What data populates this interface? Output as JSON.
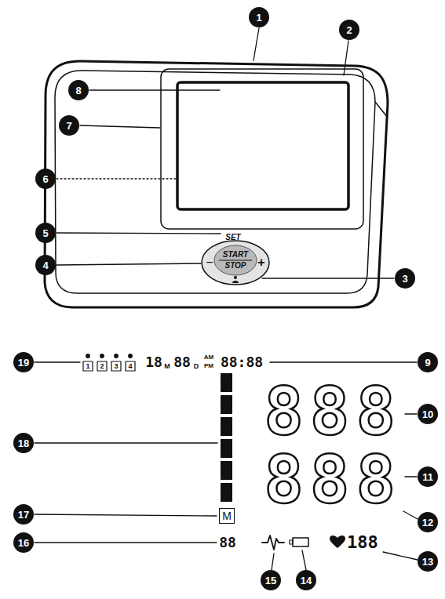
{
  "diagram": {
    "nodes": [
      {
        "text": [
          "1"
        ]
      },
      {
        "text": [
          "2"
        ]
      },
      {
        "text": [
          "3"
        ]
      },
      {
        "text": [
          "4"
        ]
      },
      {
        "text": [
          "5"
        ]
      },
      {
        "text": [
          "6"
        ]
      },
      {
        "text": [
          "7"
        ]
      },
      {
        "text": [
          "8"
        ]
      },
      {
        "text": [
          "−",
          "START",
          "STOP",
          "+"
        ]
      },
      {
        "text": [
          "9"
        ]
      },
      {
        "text": [
          "10"
        ]
      },
      {
        "text": [
          "11"
        ]
      },
      {
        "text": [
          "12"
        ]
      },
      {
        "text": [
          "13"
        ]
      },
      {
        "text": [
          "14"
        ]
      },
      {
        "text": [
          "15"
        ]
      },
      {
        "text": [
          "16"
        ]
      },
      {
        "text": [
          "17"
        ]
      },
      {
        "text": [
          "18"
        ]
      },
      {
        "text": [
          "19"
        ]
      },
      {
        "text": [
          "M"
        ]
      }
    ],
    "labels": [
      "SET",
      "1",
      "2",
      "3",
      "4",
      "18",
      "M",
      "88",
      "D",
      "AM",
      "PM",
      "88:88",
      "888",
      "888",
      "88",
      "188"
    ]
  }
}
